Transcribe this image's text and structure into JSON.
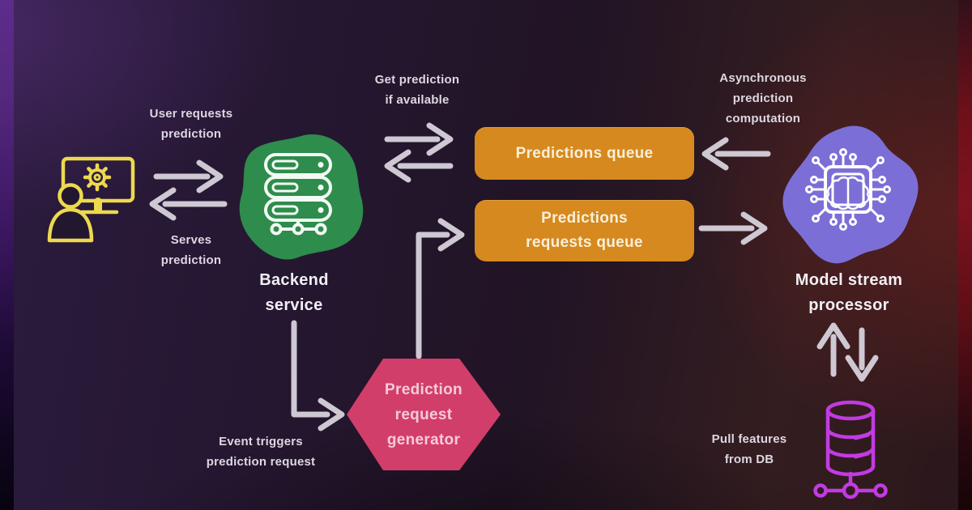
{
  "colors": {
    "background_left_strip": "#5E2C8C",
    "background_right_strip": "#7C131E",
    "arrow": "#CEC8D3",
    "backend_blob_green": "#2E8C4C",
    "model_blob_purple": "#7B6FD7",
    "queue_box_orange": "#D6891E",
    "generator_hexagon_pink": "#D23E6A",
    "user_icon_yellow": "#EDD94E",
    "db_icon_magenta": "#C23BE2",
    "node_label_text": "#F2EFF5",
    "annotation_text": "#DDD7E1"
  },
  "annotations": {
    "user_requests": {
      "line1": "User requests",
      "line2": "prediction"
    },
    "serves_prediction": {
      "line1": "Serves",
      "line2": "prediction"
    },
    "get_prediction": {
      "line1": "Get prediction",
      "line2": "if available"
    },
    "async_computation": {
      "line1": "Asynchronous",
      "line2": "prediction",
      "line3": "computation"
    },
    "event_triggers": {
      "line1": "Event triggers",
      "line2": "prediction request"
    },
    "pull_features": {
      "line1": "Pull features",
      "line2": "from DB"
    }
  },
  "nodes": {
    "backend_service": {
      "line1": "Backend",
      "line2": "service"
    },
    "predictions_queue": {
      "label": "Predictions queue"
    },
    "predictions_requests_queue": {
      "line1": "Predictions",
      "line2": "requests queue"
    },
    "prediction_request_generator": {
      "line1": "Prediction",
      "line2": "request",
      "line3": "generator"
    },
    "model_stream_processor": {
      "line1": "Model stream",
      "line2": "processor"
    }
  },
  "icons": {
    "user": "user-computer-icon",
    "backend": "server-icon",
    "model": "chip-brain-icon",
    "database": "database-icon"
  }
}
